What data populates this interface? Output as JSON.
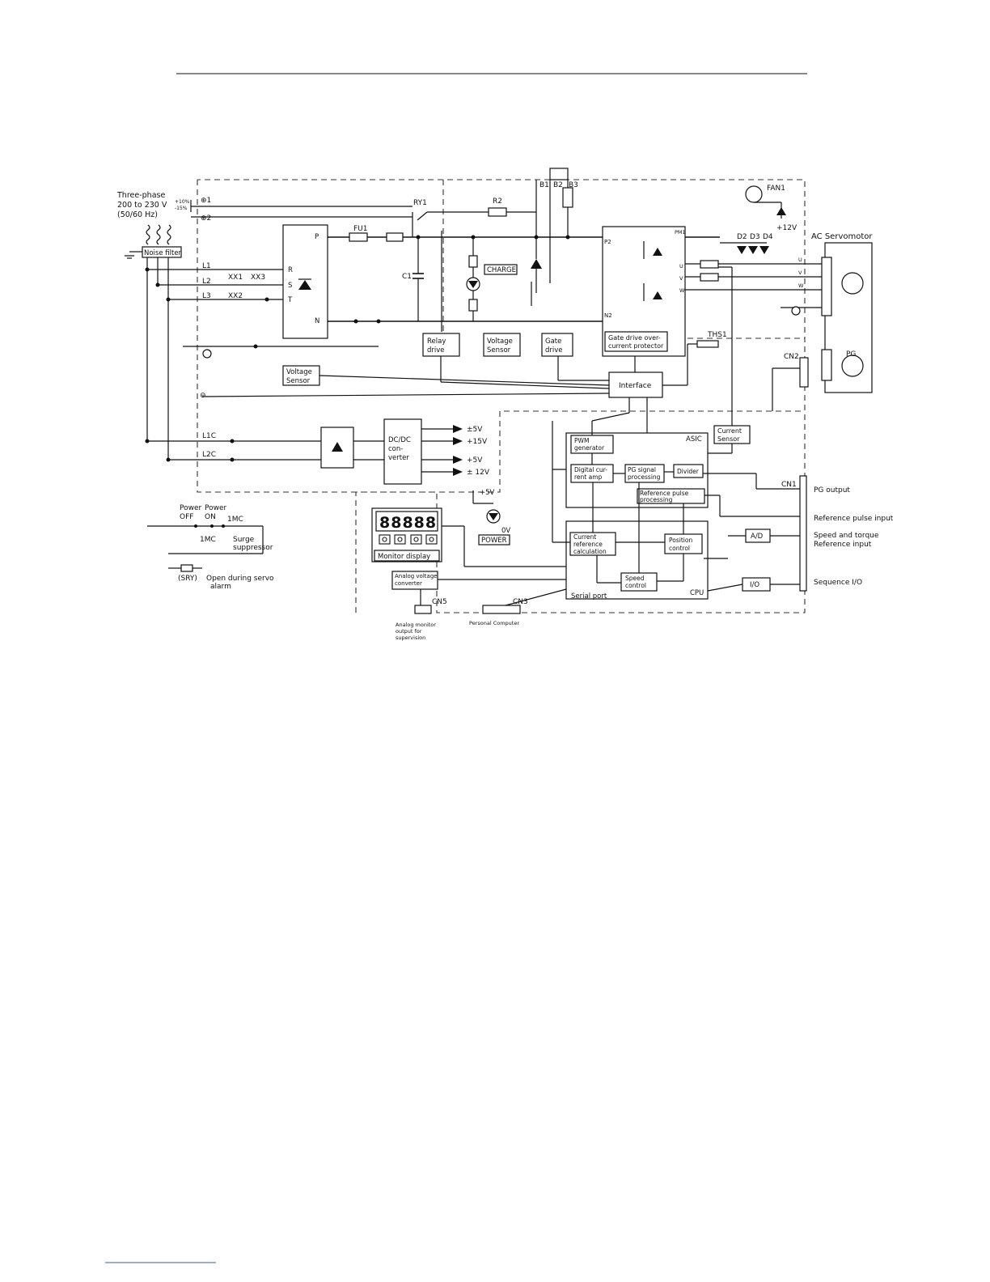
{
  "diagram": {
    "supply": {
      "label_line1": "Three-phase",
      "label_line2": "200 to 230 V",
      "label_line3": "(50/60 Hz)",
      "tol_plus": "+10%",
      "tol_minus": "-15%"
    },
    "noise_filter": "Noise filter",
    "terminals": {
      "plus": "⊕1",
      "plus2": "⊕2",
      "minus": "⊖",
      "l1": "L1",
      "l2": "L2",
      "l3": "L3",
      "l1c": "L1C",
      "l2c": "L2C"
    },
    "reactors": {
      "xx1": "XX1",
      "xx2": "XX2",
      "xx3": "XX3"
    },
    "rectifier": {
      "p": "P",
      "n": "N",
      "r": "R",
      "s": "S",
      "t": "T"
    },
    "fu1": "FU1",
    "ry1": "RY1",
    "r2": "R2",
    "b1": "B1",
    "b2": "B2",
    "b3": "B3",
    "capacitor": "C1",
    "charge": "CHARGE",
    "fan": "FAN1",
    "fan_v": "+12V",
    "diodes": {
      "d2": "D2",
      "d3": "D3",
      "d4": "D4"
    },
    "pm": {
      "pm1": "PM1",
      "p2": "P2",
      "n2": "N2",
      "u": "U",
      "v": "V",
      "w": "W"
    },
    "servomotor": "AC Servomotor",
    "motor_terms": {
      "u": "U",
      "v": "V",
      "w": "W"
    },
    "pg": "PG",
    "cn": {
      "cn1": "CN1",
      "cn2": "CN2",
      "cn3": "CN3",
      "cn5": "CN5"
    },
    "ths1": "THS1",
    "blocks": {
      "relay_drive": [
        "Relay",
        "drive"
      ],
      "voltage_sensor1": [
        "Voltage",
        "Sensor"
      ],
      "gate_drive": [
        "Gate",
        "drive"
      ],
      "gate_protect": [
        "Gate drive over-",
        "current protector"
      ],
      "voltage_sensor2": [
        "Voltage",
        "Sensor"
      ],
      "interface": "Interface",
      "current_sensor": [
        "Current",
        "Sensor"
      ],
      "dcdc": [
        "DC/DC",
        "con-",
        "verter"
      ],
      "pwm": [
        "PWM",
        "generator"
      ],
      "asic": "ASIC",
      "digital_current": [
        "Digital cur-",
        "rent amp"
      ],
      "pg_signal": [
        "PG signal",
        "processing"
      ],
      "divider": "Divider",
      "ref_pulse": [
        "Reference pulse",
        "processing"
      ],
      "current_ref": [
        "Current",
        "reference",
        "calculation"
      ],
      "position_control": [
        "Position",
        "control"
      ],
      "speed_control": [
        "Speed",
        "control"
      ],
      "serial_port": "Serial port",
      "cpu": "CPU",
      "ad": "A/D",
      "io": "I/O",
      "analog_conv": [
        "Analog voltage",
        "converter"
      ],
      "monitor_display": "Monitor display",
      "power_led": "POWER"
    },
    "supply_outputs": [
      "±5V",
      "+15V",
      "+5V",
      "± 12V"
    ],
    "led_supply": "+5V",
    "led_ov": "0V",
    "monitor_digits": "88888",
    "right_labels": {
      "pg_output": "PG output",
      "ref_pulse_input": "Reference pulse input",
      "speed_torque_1": "Speed and torque",
      "speed_torque_2": "Reference input",
      "sequence_io": "Sequence I/O"
    },
    "power_circuit": {
      "power_off": [
        "Power",
        "OFF"
      ],
      "power_on": [
        "Power",
        "ON"
      ],
      "mc1": "1MC",
      "mc2": "1MC",
      "surge": [
        "Surge",
        "suppressor"
      ],
      "sry": "(SRY)",
      "open_note": [
        "Open during servo",
        "alarm"
      ]
    },
    "bottom_labels": {
      "analog_monitor": [
        "Analog monitor",
        "output for",
        "supervision"
      ],
      "pc": "Personal Computer"
    }
  }
}
